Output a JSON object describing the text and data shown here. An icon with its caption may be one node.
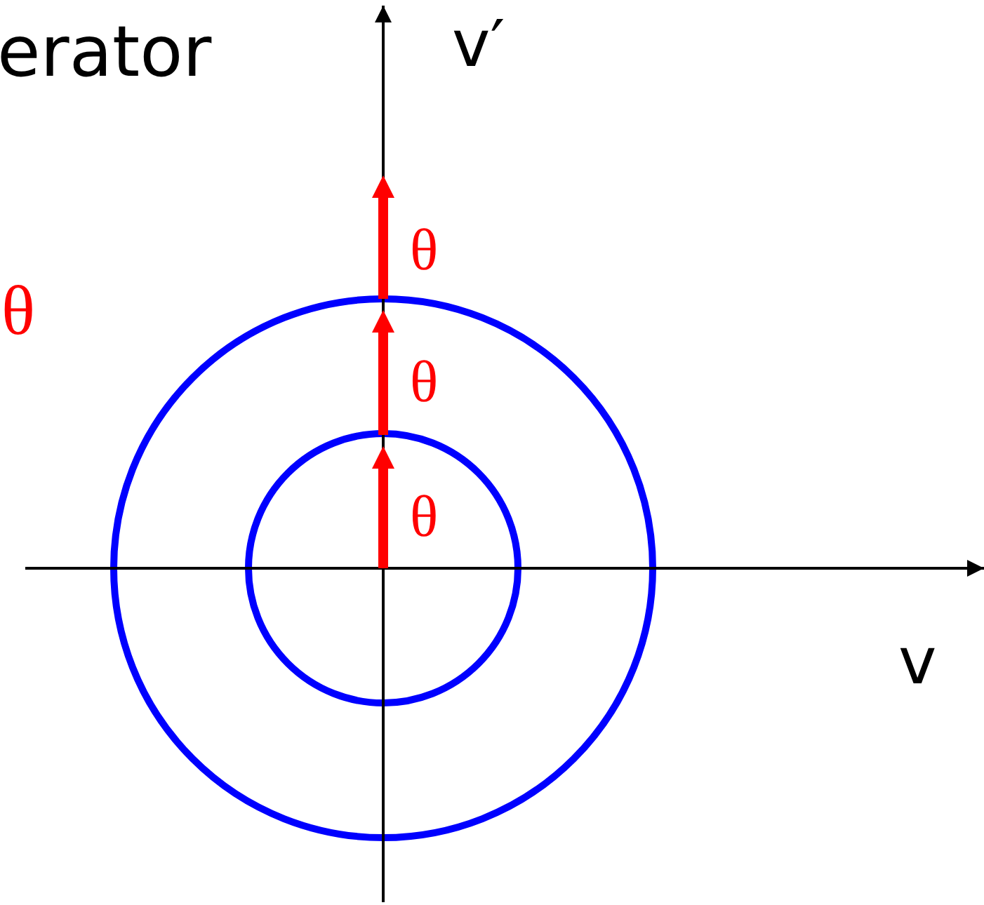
{
  "diagram": {
    "labels": [
      "erator",
      "v′",
      "θ",
      "θ",
      "θ",
      "θ",
      "v"
    ]
  }
}
